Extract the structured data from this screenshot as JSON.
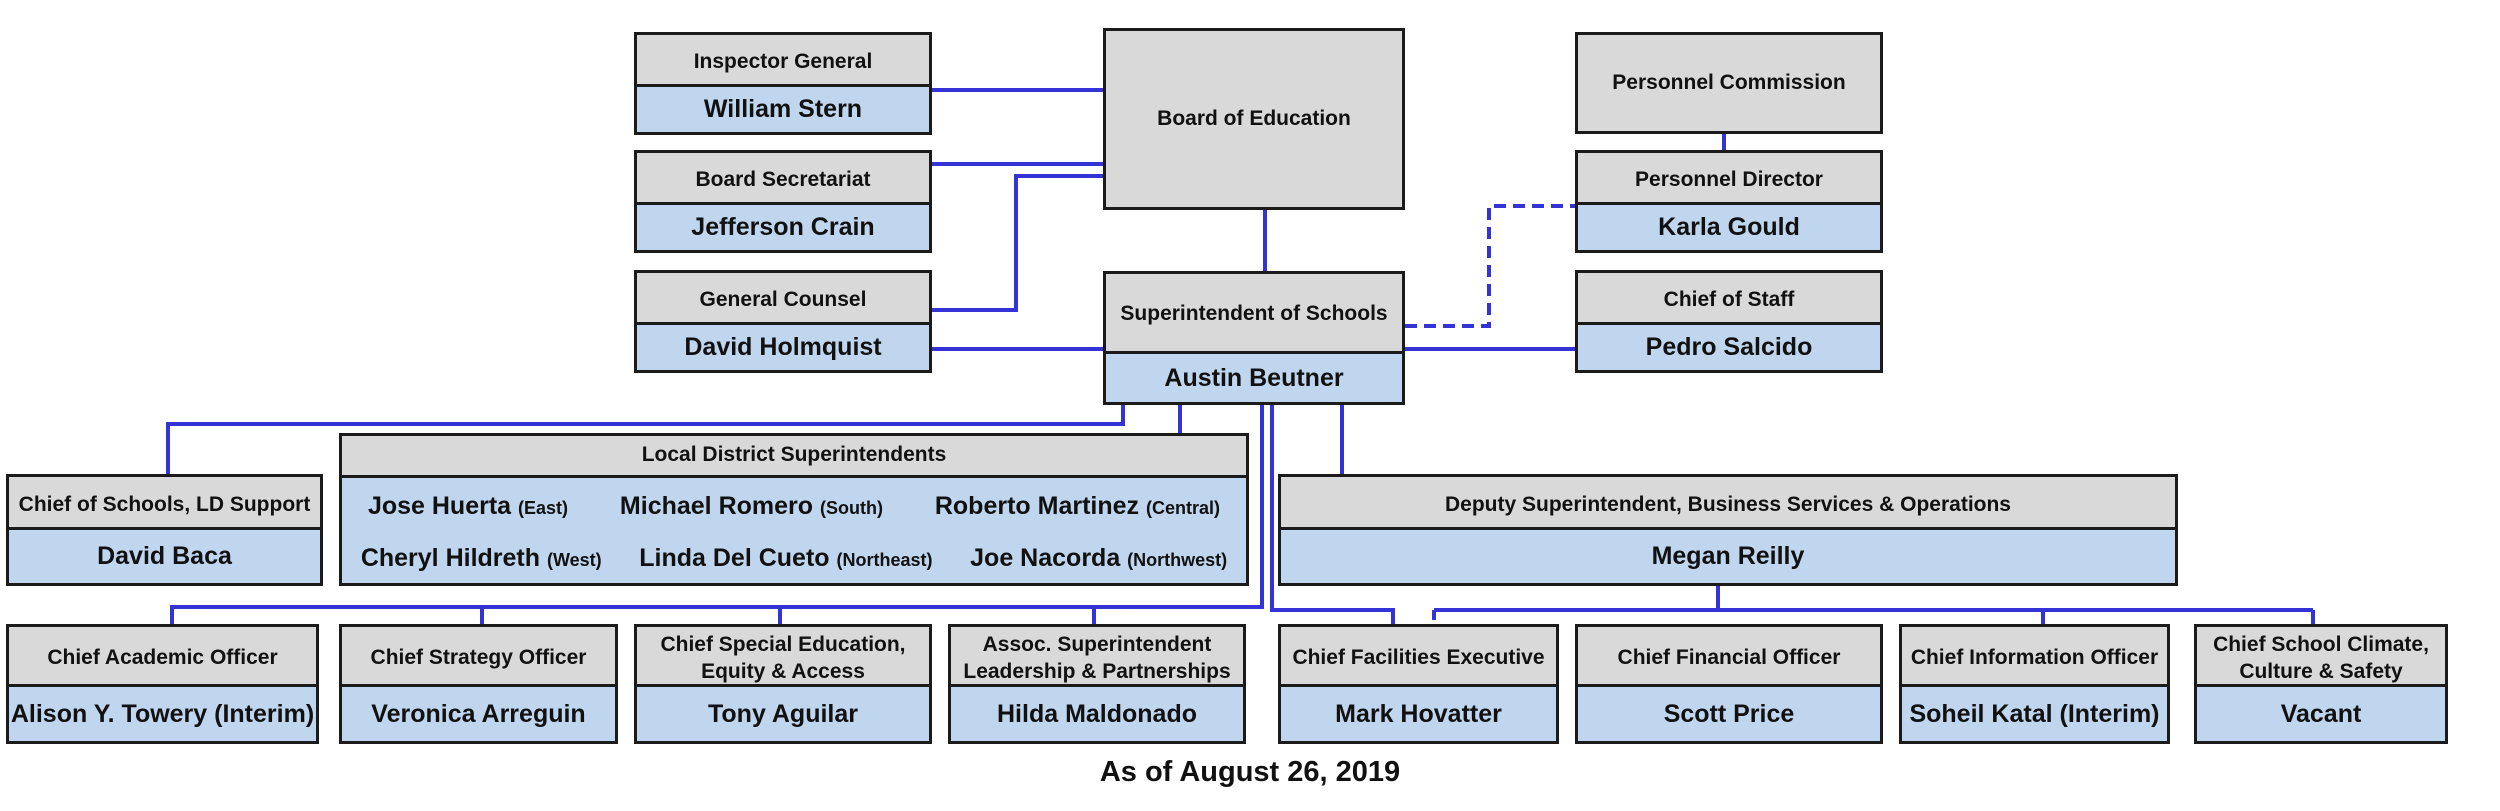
{
  "board": {
    "title": "Board of Education"
  },
  "inspector": {
    "title": "Inspector General",
    "name": "William Stern"
  },
  "secretariat": {
    "title": "Board Secretariat",
    "name": "Jefferson Crain"
  },
  "counsel": {
    "title": "General Counsel",
    "name": "David Holmquist"
  },
  "superintendent": {
    "title": "Superintendent  of Schools",
    "name": "Austin Beutner"
  },
  "commission": {
    "title": "Personnel Commission"
  },
  "personnel_director": {
    "title": "Personnel Director",
    "name": "Karla Gould"
  },
  "chief_of_staff": {
    "title": "Chief of Staff",
    "name": "Pedro Salcido"
  },
  "ld_support": {
    "title": "Chief of Schools, LD Support",
    "name": "David Baca"
  },
  "local_districts": {
    "title": "Local District Superintendents",
    "members": [
      {
        "name": "Jose Huerta",
        "region": "(East)"
      },
      {
        "name": "Michael Romero",
        "region": "(South)"
      },
      {
        "name": "Roberto Martinez",
        "region": "(Central)"
      },
      {
        "name": "Cheryl Hildreth",
        "region": "(West)"
      },
      {
        "name": "Linda Del Cueto",
        "region": "(Northeast)"
      },
      {
        "name": "Joe Nacorda",
        "region": "(Northwest)"
      }
    ]
  },
  "deputy": {
    "title": "Deputy Superintendent, Business Services & Operations",
    "name": "Megan Reilly"
  },
  "bottom": [
    {
      "title": "Chief Academic Officer",
      "name": "Alison Y. Towery (Interim)"
    },
    {
      "title": "Chief Strategy Officer",
      "name": "Veronica Arreguin"
    },
    {
      "title": "Chief Special Education,\nEquity & Access",
      "name": "Tony Aguilar"
    },
    {
      "title": "Assoc. Superintendent\nLeadership & Partnerships",
      "name": "Hilda Maldonado"
    },
    {
      "title": "Chief Facilities Executive",
      "name": "Mark Hovatter"
    },
    {
      "title": "Chief Financial Officer",
      "name": "Scott Price"
    },
    {
      "title": "Chief Information Officer",
      "name": "Soheil Katal (Interim)"
    },
    {
      "title": "Chief School Climate,\nCulture & Safety",
      "name": "Vacant"
    }
  ],
  "footer": "As of August 26, 2019",
  "colors": {
    "connector": "#3333d6",
    "header_fill": "#d9d9d9",
    "name_fill": "#c0d6ef",
    "border": "#1b1b1b"
  }
}
